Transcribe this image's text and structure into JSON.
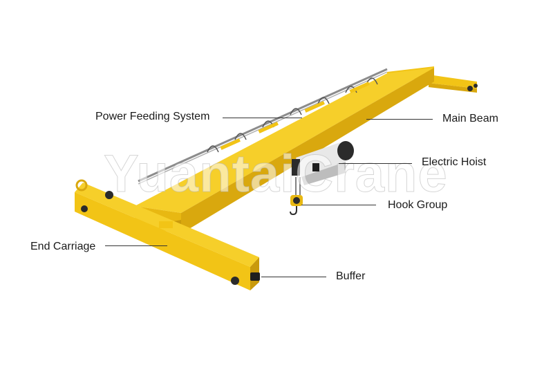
{
  "labels": {
    "power_feeding_system": "Power Feeding System",
    "main_beam": "Main Beam",
    "electric_hoist": "Electric Hoist",
    "hook_group": "Hook Group",
    "end_carriage": "End Carriage",
    "buffer": "Buffer"
  },
  "watermark": "YuantaiCrane",
  "colors": {
    "beam_yellow": "#F2C416",
    "beam_shadow": "#D9A80E",
    "beam_dark": "#B88A0A",
    "hoist_body": "#E6E6E6",
    "motor_dark": "#2B2B2B",
    "leader_line": "#333333"
  }
}
